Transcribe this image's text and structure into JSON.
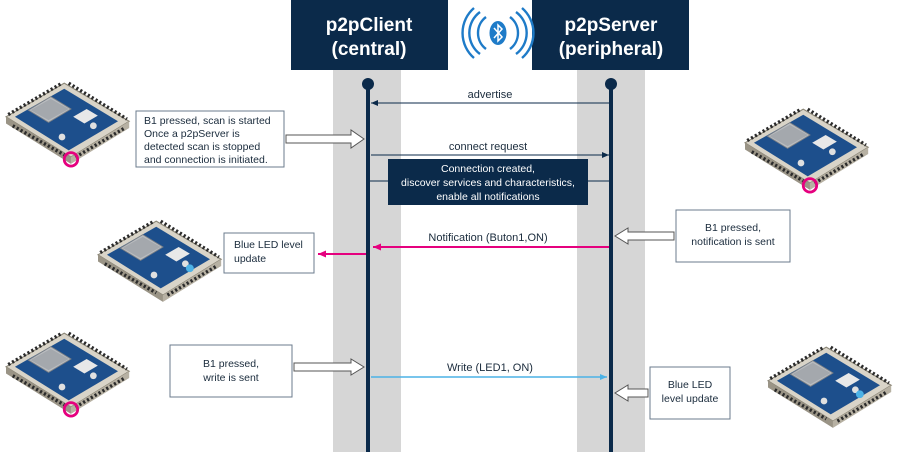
{
  "lifelines": {
    "client": {
      "line1": "p2pClient",
      "line2": "(central)"
    },
    "server": {
      "line1": "p2pServer",
      "line2": "(peripheral)"
    }
  },
  "icons": {
    "bluetooth": "bluetooth-icon",
    "board": "stm32wb-nucleo-board-icon"
  },
  "messages": {
    "advertise": "advertise",
    "connect_request": "connect request",
    "notification": "Notification (Buton1,ON)",
    "write": "Write (LED1, ON)"
  },
  "connection_note": {
    "line1": "Connection created,",
    "line2": "discover services and characteristics,",
    "line3": "enable all notifications"
  },
  "callouts": {
    "scan": {
      "line1": "B1 pressed, scan is started",
      "line2": "Once a p2pServer is",
      "line3": "detected scan is stopped",
      "line4": "and connection is initiated."
    },
    "client_led": {
      "line1": "Blue LED level",
      "line2": "update"
    },
    "server_notify": {
      "line1": "B1 pressed,",
      "line2": "notification is sent"
    },
    "client_write": {
      "line1": "B1 pressed,",
      "line2": "write is sent"
    },
    "server_led": {
      "line1": "Blue LED",
      "line2": "level update"
    }
  },
  "colors": {
    "header_bg": "#0b2a4a",
    "lifeline": "#0b2a4a",
    "lane_bg": "#d6d6d6",
    "notification_arrow": "#e5007e",
    "write_arrow": "#4cb2e6",
    "bluetooth": "#1e7bc8"
  }
}
